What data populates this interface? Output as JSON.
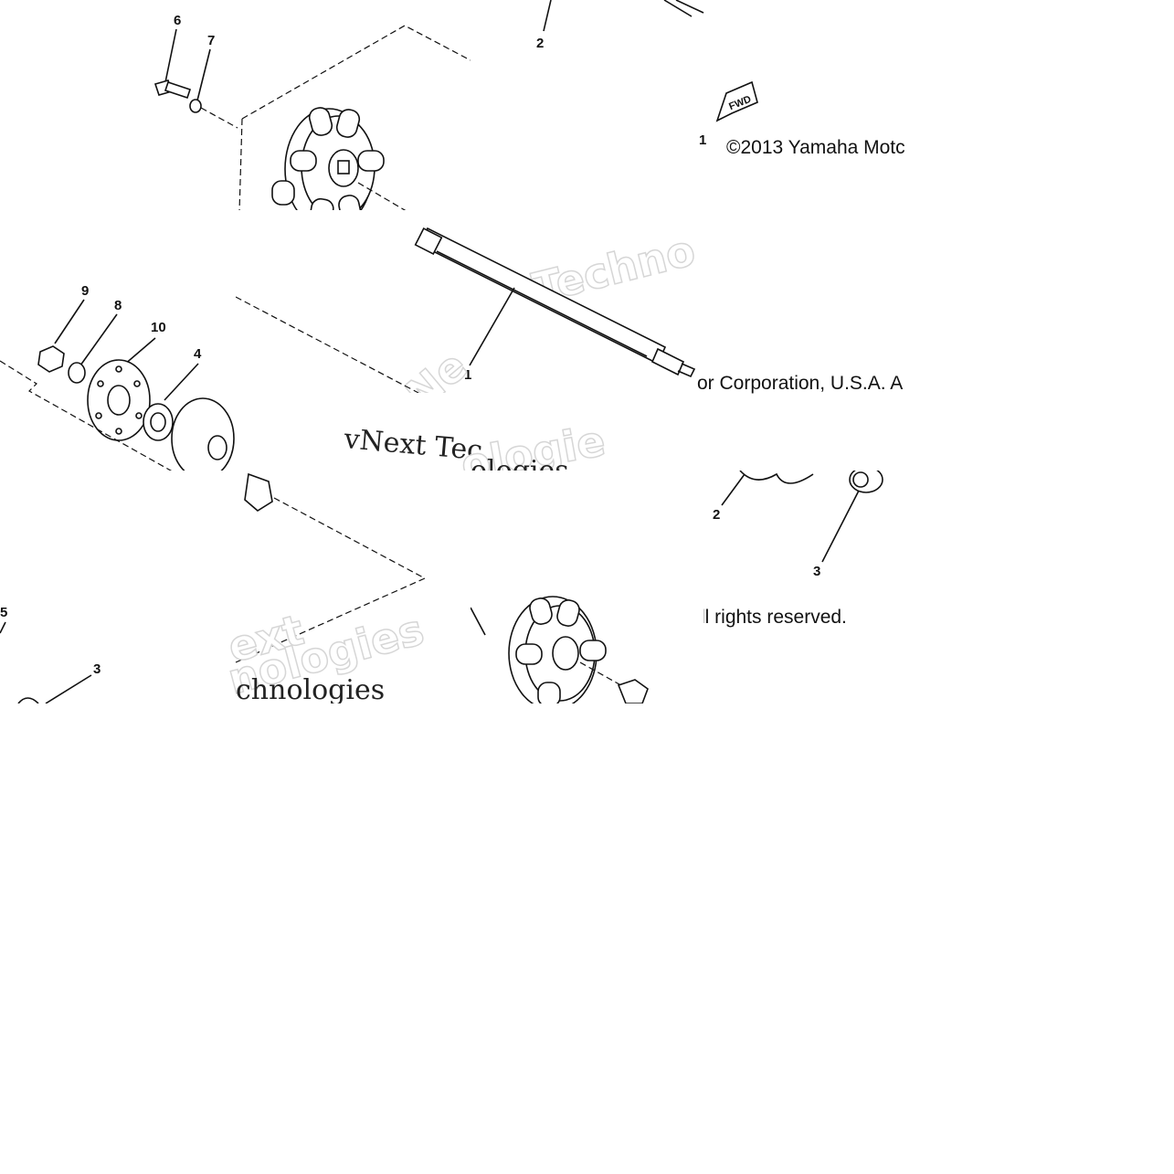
{
  "diagram": {
    "callouts": {
      "c2_top": "2",
      "c6": "6",
      "c7": "7",
      "c9": "9",
      "c8": "8",
      "c10": "10",
      "c4": "4",
      "c1": "1",
      "c2_mid": "2",
      "c3_mid": "3",
      "c5": "5",
      "c3_low": "3"
    },
    "fwd_label": "FWD",
    "copyright": {
      "line1": "©2013 Yamaha Motc",
      "line2": "or Corporation, U.S.A. A",
      "line3": "ll rights reserved."
    },
    "watermark": {
      "serif_line1": "vNext Tec",
      "serif_line2": "ologies",
      "serif_line3": "chnologies",
      "outline_a": "Techno",
      "outline_b": "vNe",
      "outline_c": "ologie",
      "outline_d": "ext",
      "outline_e": "nologies"
    }
  }
}
